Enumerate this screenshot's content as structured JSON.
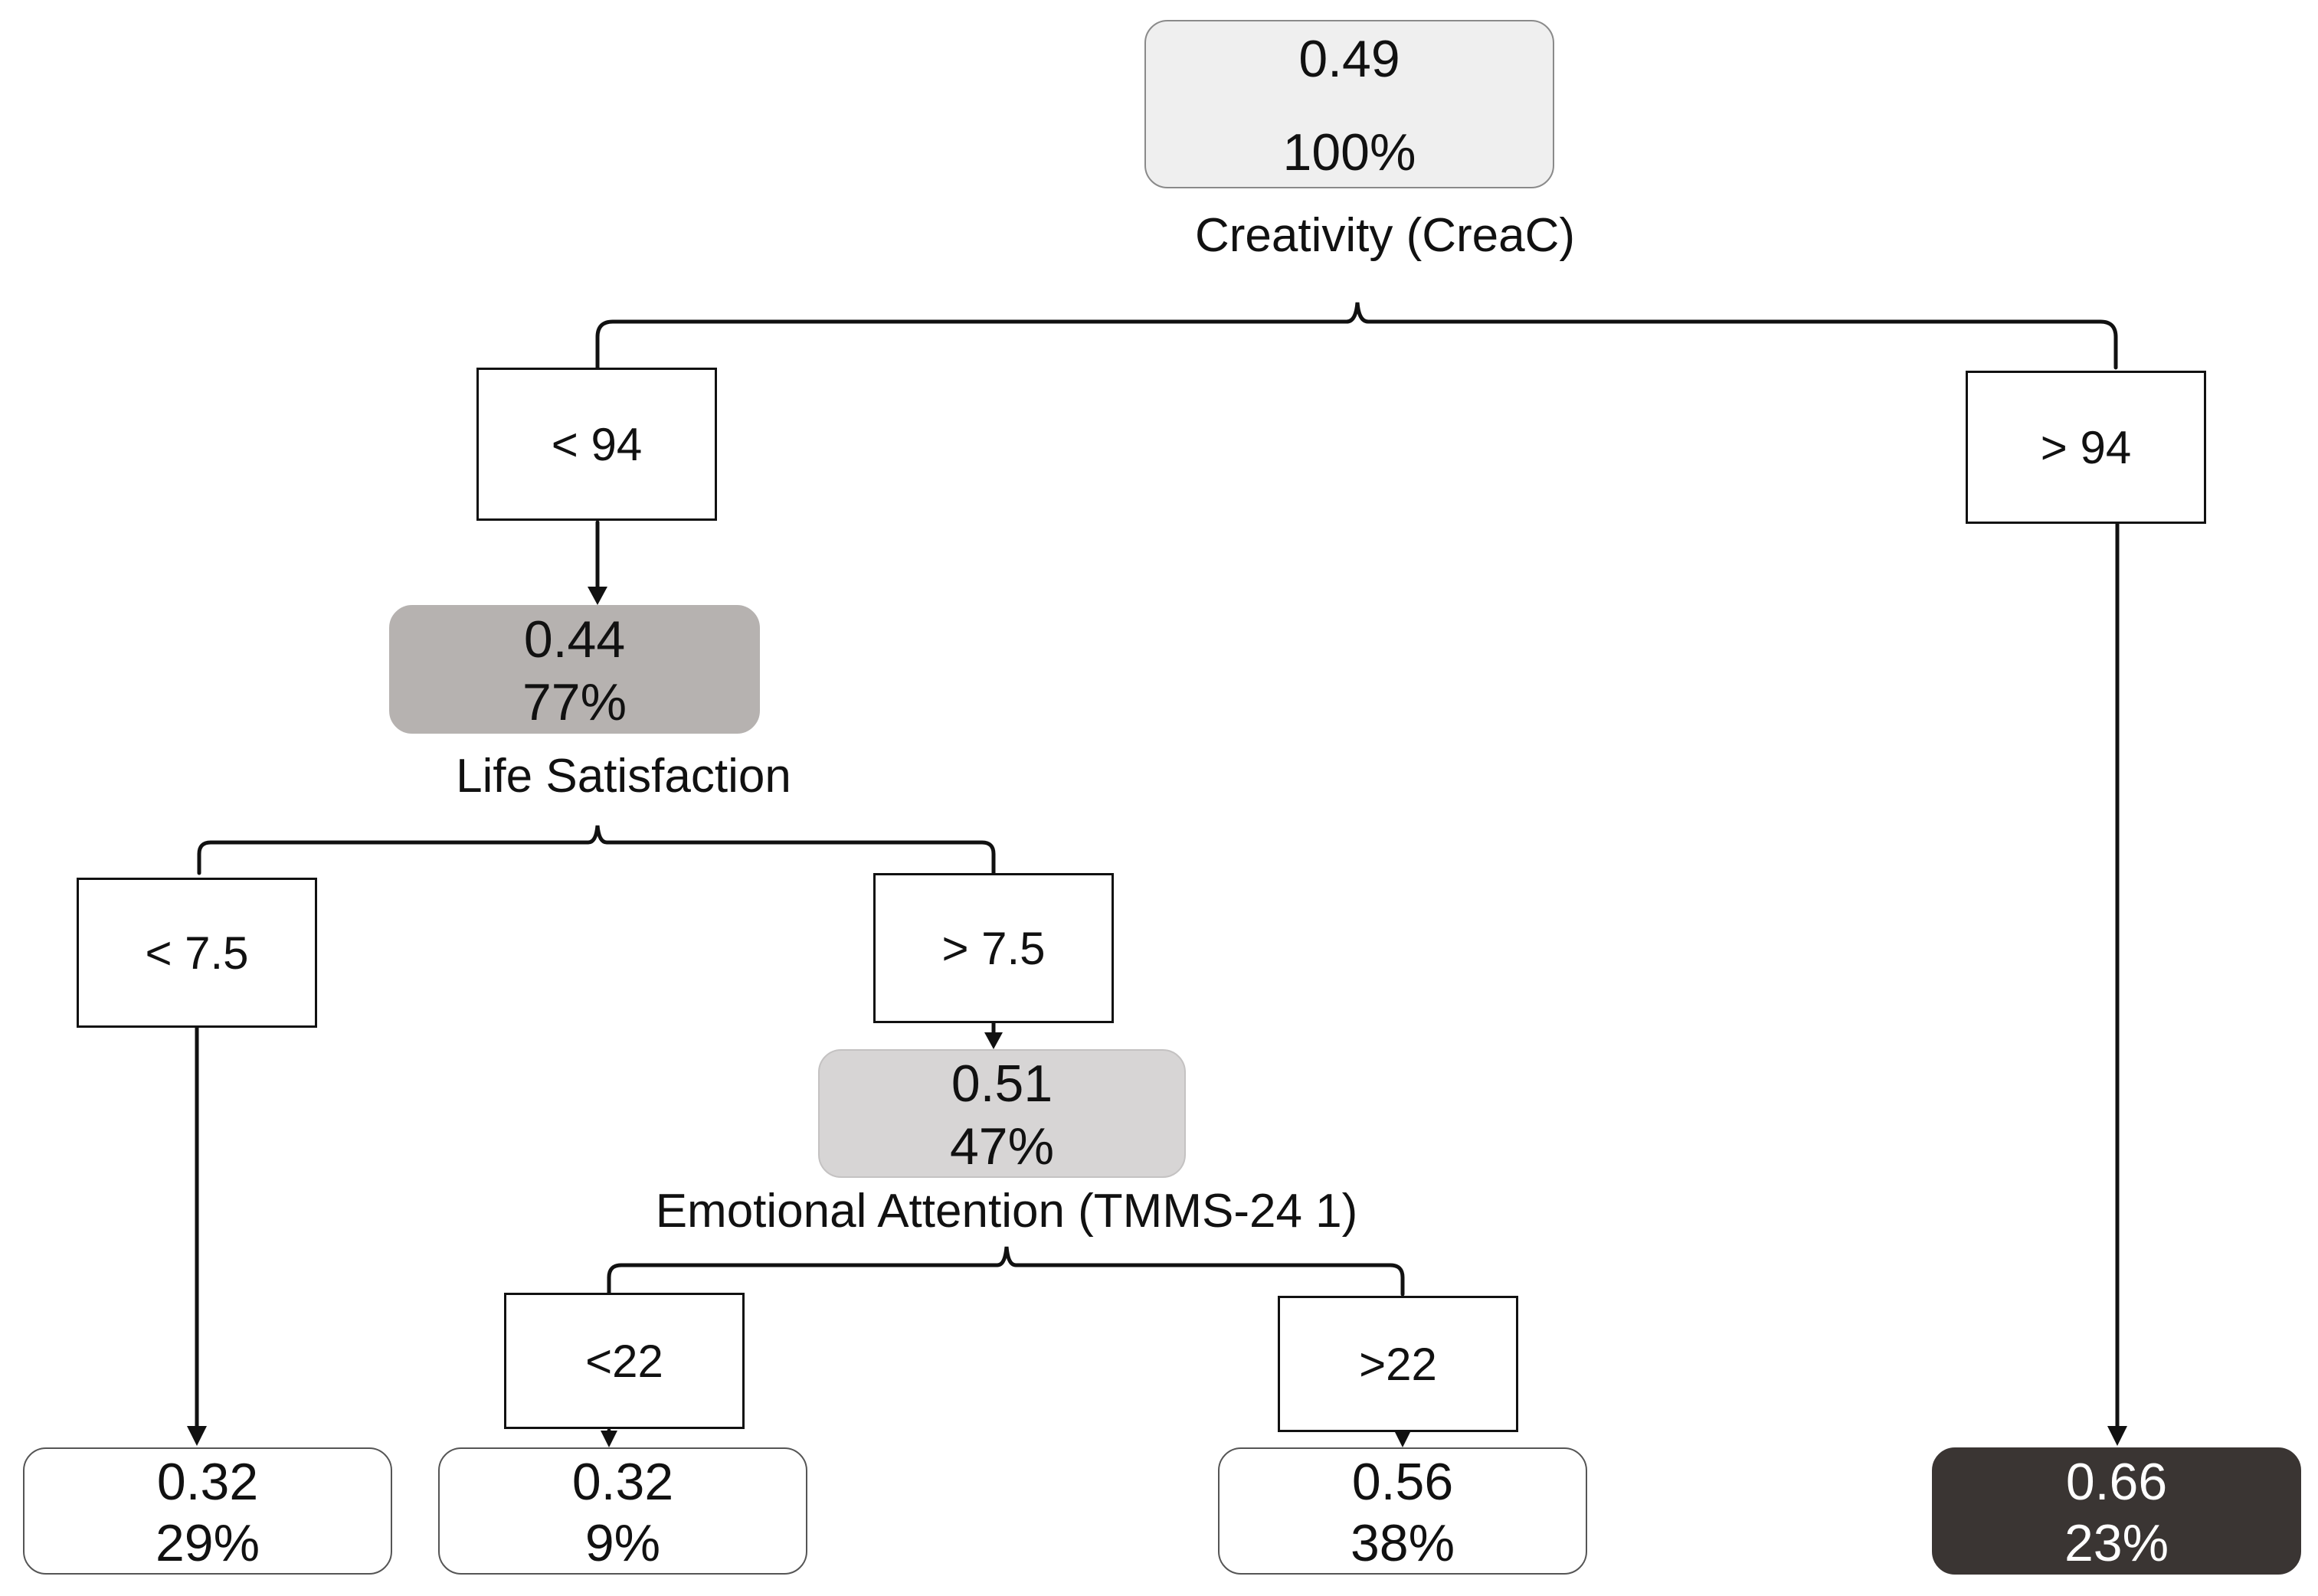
{
  "tree": {
    "nodes": [
      {
        "id": "root",
        "value": "0.49",
        "percent": "100%",
        "fill": "#efefef",
        "split_label": "Creativity (CreaC)"
      },
      {
        "id": "ls",
        "value": "0.44",
        "percent": "77%",
        "fill": "#b6b2b0",
        "split_label": "Life Satisfaction"
      },
      {
        "id": "ea",
        "value": "0.51",
        "percent": "47%",
        "fill": "#d7d5d5",
        "split_label": "Emotional Attention (TMMS-24 1)"
      },
      {
        "id": "leaf1",
        "value": "0.32",
        "percent": "29%",
        "fill": "#ffffff"
      },
      {
        "id": "leaf2",
        "value": "0.32",
        "percent": "9%",
        "fill": "#ffffff"
      },
      {
        "id": "leaf3",
        "value": "0.56",
        "percent": "38%",
        "fill": "#ffffff"
      },
      {
        "id": "leaf4",
        "value": "0.66",
        "percent": "23%",
        "fill": "#3a3533",
        "text_color": "#ffffff"
      }
    ],
    "conditions": {
      "crea_low": "< 94",
      "crea_high": "> 94",
      "ls_low": "< 7.5",
      "ls_high": "> 7.5",
      "ea_low": "<22",
      "ea_high": ">22"
    }
  }
}
